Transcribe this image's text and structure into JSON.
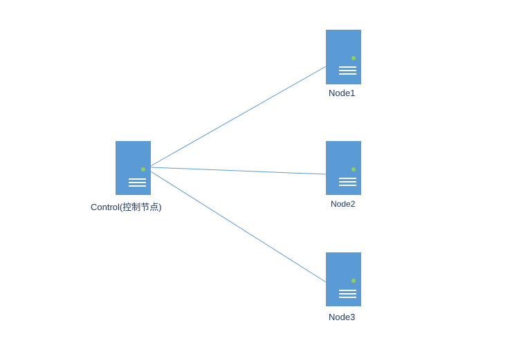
{
  "nodes": {
    "control": {
      "label": "Control(控制节点)",
      "icon": "server-icon"
    },
    "node1": {
      "label": "Node1",
      "icon": "server-icon"
    },
    "node2": {
      "label": "Node2",
      "icon": "server-icon"
    },
    "node3": {
      "label": "Node3",
      "icon": "server-icon"
    }
  },
  "edges": [
    {
      "from": "control",
      "to": "node1"
    },
    {
      "from": "control",
      "to": "node2"
    },
    {
      "from": "control",
      "to": "node3"
    }
  ],
  "colors": {
    "server_fill": "#5b9bd5",
    "server_stroke": "#4a89c4",
    "status_light": "#92d050",
    "connector": "#5b9bd5",
    "label_text": "#1f3864"
  }
}
